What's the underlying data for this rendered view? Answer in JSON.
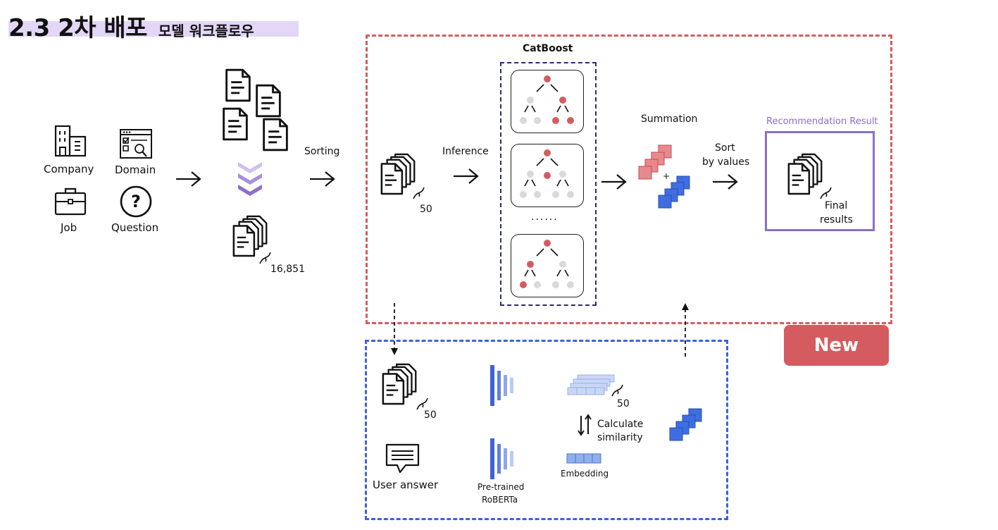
{
  "header": {
    "title": "2.3 2차 배포",
    "subtitle": "모델 워크플로우"
  },
  "inputs": {
    "company": "Company",
    "domain": "Domain",
    "job": "Job",
    "question": "Question"
  },
  "flow": {
    "total_count": "16,851",
    "sorting": "Sorting",
    "top_count": "50",
    "inference": "Inference"
  },
  "catboost": {
    "title": "CatBoost",
    "ellipsis": "......"
  },
  "summation": {
    "label": "Summation"
  },
  "sort": {
    "line1": "Sort",
    "line2": "by values"
  },
  "result": {
    "title": "Recommendation Result",
    "line1": "Final",
    "line2": "results"
  },
  "badge": {
    "new": "New"
  },
  "lower": {
    "count": "50",
    "user_answer": "User answer",
    "model_line1": "Pre-trained",
    "model_line2": "RoBERTa",
    "emb_count": "50",
    "calc_line1": "Calculate",
    "calc_line2": "similarity",
    "embedding": "Embedding"
  },
  "colors": {
    "red": "#d45c61",
    "blue": "#3f63d6",
    "purple": "#8a6fc7",
    "navy": "#2a2a70",
    "highlight": "#e3d6f7"
  }
}
